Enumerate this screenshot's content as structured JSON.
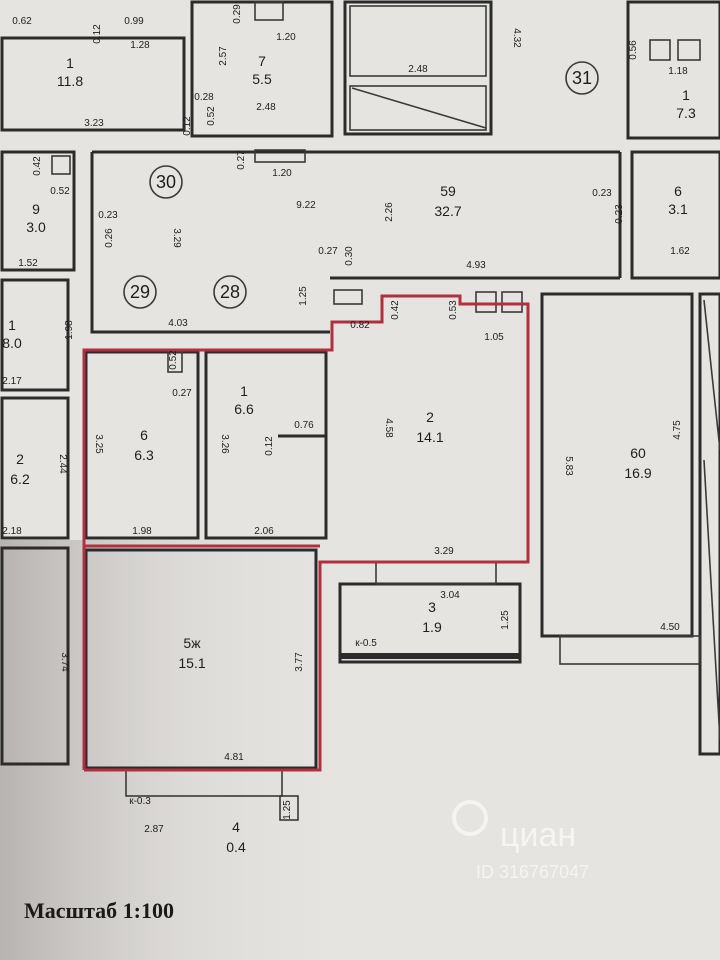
{
  "scale": "Масштаб 1:100",
  "watermark": {
    "brand": "циан",
    "id": "ID 316767047"
  },
  "axes": [
    "31",
    "30",
    "29",
    "28"
  ],
  "rooms": [
    {
      "num": "1",
      "area": "11.8"
    },
    {
      "num": "7",
      "area": "5.5"
    },
    {
      "num": "59",
      "area": "32.7"
    },
    {
      "num": "1",
      "area": "7.3"
    },
    {
      "num": "9",
      "area": "3.0"
    },
    {
      "num": "6",
      "area": "3.1"
    },
    {
      "num": "1",
      "area": "8.0"
    },
    {
      "num": "6",
      "area": "6.3"
    },
    {
      "num": "1",
      "area": "6.6"
    },
    {
      "num": "2",
      "area": "14.1"
    },
    {
      "num": "60",
      "area": "16.9"
    },
    {
      "num": "2",
      "area": "6.2"
    },
    {
      "num": "5ж",
      "area": "15.1"
    },
    {
      "num": "3",
      "area": "1.9"
    },
    {
      "num": "4",
      "area": "0.4"
    }
  ],
  "dims": [
    "0.62",
    "0.12",
    "0.99",
    "1.28",
    "0.29",
    "1.20",
    "4.32",
    "2.57",
    "2.48",
    "0.28",
    "0.52",
    "2.48",
    "3.23",
    "0.12",
    "1.18",
    "0.56",
    "0.27",
    "1.20",
    "0.42",
    "0.52",
    "9.22",
    "2.26",
    "0.23",
    "0.26",
    "3.29",
    "1.52",
    "0.23",
    "0.23",
    "1.62",
    "0.27",
    "0.30",
    "4.93",
    "1.25",
    "1.98",
    "4.03",
    "0.82",
    "0.42",
    "0.53",
    "1.05",
    "0.52",
    "0.27",
    "2.17",
    "3.25",
    "3.26",
    "0.12",
    "0.76",
    "4.58",
    "5.83",
    "4.75",
    "2.44",
    "1.98",
    "2.06",
    "2.18",
    "3.29",
    "3.04",
    "1.25",
    "к-0.5",
    "4.50",
    "3.74",
    "3.77",
    "4.81",
    "к-0.3",
    "2.87",
    "1.25"
  ]
}
